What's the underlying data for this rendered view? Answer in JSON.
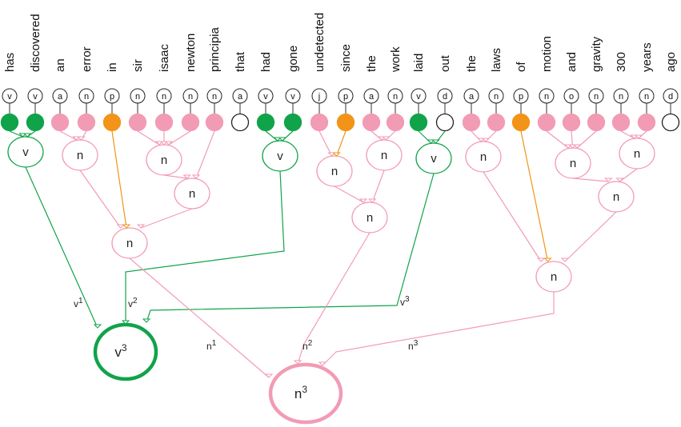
{
  "colors": {
    "verb": "#11a34a",
    "noun": "#f29bb5",
    "prep": "#f29418",
    "other": "#222222"
  },
  "tokens": [
    {
      "word": "has",
      "tag": "v",
      "kind": "verb"
    },
    {
      "word": "discovered",
      "tag": "v",
      "kind": "verb"
    },
    {
      "word": "an",
      "tag": "a",
      "kind": "noun"
    },
    {
      "word": "error",
      "tag": "n",
      "kind": "noun"
    },
    {
      "word": "in",
      "tag": "p",
      "kind": "prep"
    },
    {
      "word": "sir",
      "tag": "n",
      "kind": "noun"
    },
    {
      "word": "isaac",
      "tag": "n",
      "kind": "noun"
    },
    {
      "word": "newton",
      "tag": "n",
      "kind": "noun"
    },
    {
      "word": "principia",
      "tag": "n",
      "kind": "noun"
    },
    {
      "word": "that",
      "tag": "a",
      "kind": "other"
    },
    {
      "word": "had",
      "tag": "v",
      "kind": "verb"
    },
    {
      "word": "gone",
      "tag": "v",
      "kind": "verb"
    },
    {
      "word": "undetected",
      "tag": "j",
      "kind": "noun"
    },
    {
      "word": "since",
      "tag": "p",
      "kind": "prep"
    },
    {
      "word": "the",
      "tag": "a",
      "kind": "noun"
    },
    {
      "word": "work",
      "tag": "n",
      "kind": "noun"
    },
    {
      "word": "laid",
      "tag": "v",
      "kind": "verb"
    },
    {
      "word": "out",
      "tag": "d",
      "kind": "other"
    },
    {
      "word": "the",
      "tag": "a",
      "kind": "noun"
    },
    {
      "word": "laws",
      "tag": "n",
      "kind": "noun"
    },
    {
      "word": "of",
      "tag": "p",
      "kind": "prep"
    },
    {
      "word": "motion",
      "tag": "n",
      "kind": "noun"
    },
    {
      "word": "and",
      "tag": "o",
      "kind": "noun"
    },
    {
      "word": "gravity",
      "tag": "n",
      "kind": "noun"
    },
    {
      "word": "300",
      "tag": "n",
      "kind": "noun"
    },
    {
      "word": "years",
      "tag": "n",
      "kind": "noun"
    },
    {
      "word": "ago",
      "tag": "d",
      "kind": "other"
    }
  ],
  "nodes": [
    {
      "id": "v1",
      "label": "v",
      "kind": "verb",
      "children": [
        "t0",
        "t1"
      ]
    },
    {
      "id": "n1a",
      "label": "n",
      "kind": "noun",
      "children": [
        "t2",
        "t3"
      ]
    },
    {
      "id": "n1b",
      "label": "n",
      "kind": "noun",
      "children": [
        "t5",
        "t6",
        "t7"
      ]
    },
    {
      "id": "n1c",
      "label": "n",
      "kind": "noun",
      "children": [
        "n1b",
        "t8"
      ]
    },
    {
      "id": "n1",
      "label": "n",
      "kind": "noun",
      "children": [
        "n1a",
        "t4",
        "n1c"
      ]
    },
    {
      "id": "v2",
      "label": "v",
      "kind": "verb",
      "children": [
        "t10",
        "t11"
      ]
    },
    {
      "id": "n2a",
      "label": "n",
      "kind": "noun",
      "children": [
        "t12",
        "t13"
      ]
    },
    {
      "id": "n2b",
      "label": "n",
      "kind": "noun",
      "children": [
        "t14",
        "t15"
      ]
    },
    {
      "id": "n2",
      "label": "n",
      "kind": "noun",
      "children": [
        "n2a",
        "n2b"
      ]
    },
    {
      "id": "v3",
      "label": "v",
      "kind": "verb",
      "children": [
        "t16",
        "t17"
      ]
    },
    {
      "id": "n3a",
      "label": "n",
      "kind": "noun",
      "children": [
        "t18",
        "t19"
      ]
    },
    {
      "id": "n3b",
      "label": "n",
      "kind": "noun",
      "children": [
        "t21",
        "t22",
        "t23"
      ]
    },
    {
      "id": "n3c",
      "label": "n",
      "kind": "noun",
      "children": [
        "t24",
        "t25"
      ]
    },
    {
      "id": "n3d",
      "label": "n",
      "kind": "noun",
      "children": [
        "n3b",
        "n3c"
      ]
    },
    {
      "id": "n3",
      "label": "n",
      "kind": "noun",
      "children": [
        "n3a",
        "t20",
        "n3d"
      ]
    }
  ],
  "roots": [
    {
      "id": "V3",
      "label": "v",
      "sup": "3",
      "kind": "verb",
      "edges": [
        {
          "from": "v1",
          "label": "v",
          "sup": "1"
        },
        {
          "from": "v2",
          "label": "v",
          "sup": "2"
        },
        {
          "from": "v3",
          "label": "v",
          "sup": "3"
        }
      ]
    },
    {
      "id": "N3",
      "label": "n",
      "sup": "3",
      "kind": "noun",
      "edges": [
        {
          "from": "n1",
          "label": "n",
          "sup": "1"
        },
        {
          "from": "n2",
          "label": "n",
          "sup": "2"
        },
        {
          "from": "n3",
          "label": "n",
          "sup": "3"
        }
      ]
    }
  ]
}
